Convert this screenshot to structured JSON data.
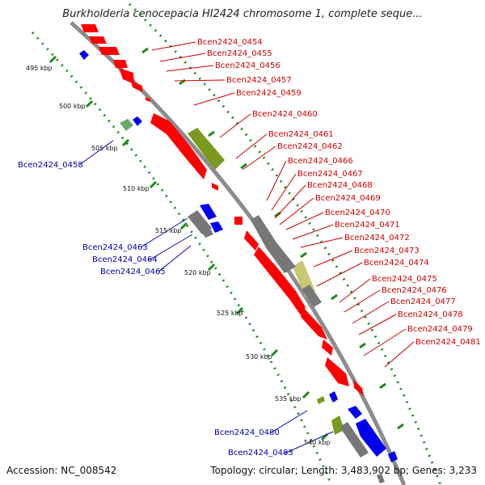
{
  "header": {
    "title": "Burkholderia cenocepacia HI2424 chromosome 1, complete seque..."
  },
  "footer": {
    "accession": "Accession: NC_008542",
    "summary": "Topology: circular; Length: 3,483,902 bp; Genes: 3,233"
  },
  "colors": {
    "forward": "#ff0000",
    "reverse": "#0000ff",
    "rna": "#8aa32a",
    "pseudo": "#888888",
    "backbone": "#999999",
    "gc": "#228822"
  },
  "scale_labels": [
    "495 kbp",
    "500 kbp",
    "505 kbp",
    "510 kbp",
    "515 kbp",
    "520 kbp",
    "525 kbp",
    "530 kbp",
    "535 kbp",
    "540 kbp"
  ],
  "forward_labels": [
    "Bcen2424_0454",
    "Bcen2424_0455",
    "Bcen2424_0456",
    "Bcen2424_0457",
    "Bcen2424_0459",
    "Bcen2424_0460",
    "Bcen2424_0461",
    "Bcen2424_0462",
    "Bcen2424_0466",
    "Bcen2424_0467",
    "Bcen2424_0468",
    "Bcen2424_0469",
    "Bcen2424_0470",
    "Bcen2424_0471",
    "Bcen2424_0472",
    "Bcen2424_0473",
    "Bcen2424_0474",
    "Bcen2424_0475",
    "Bcen2424_0476",
    "Bcen2424_0477",
    "Bcen2424_0478",
    "Bcen2424_0479",
    "Bcen2424_0481"
  ],
  "reverse_labels": [
    "Bcen2424_0458",
    "Bcen2424_0463",
    "Bcen2424_0464",
    "Bcen2424_0465",
    "Bcen2424_0480",
    "Bcen2424_0483"
  ]
}
